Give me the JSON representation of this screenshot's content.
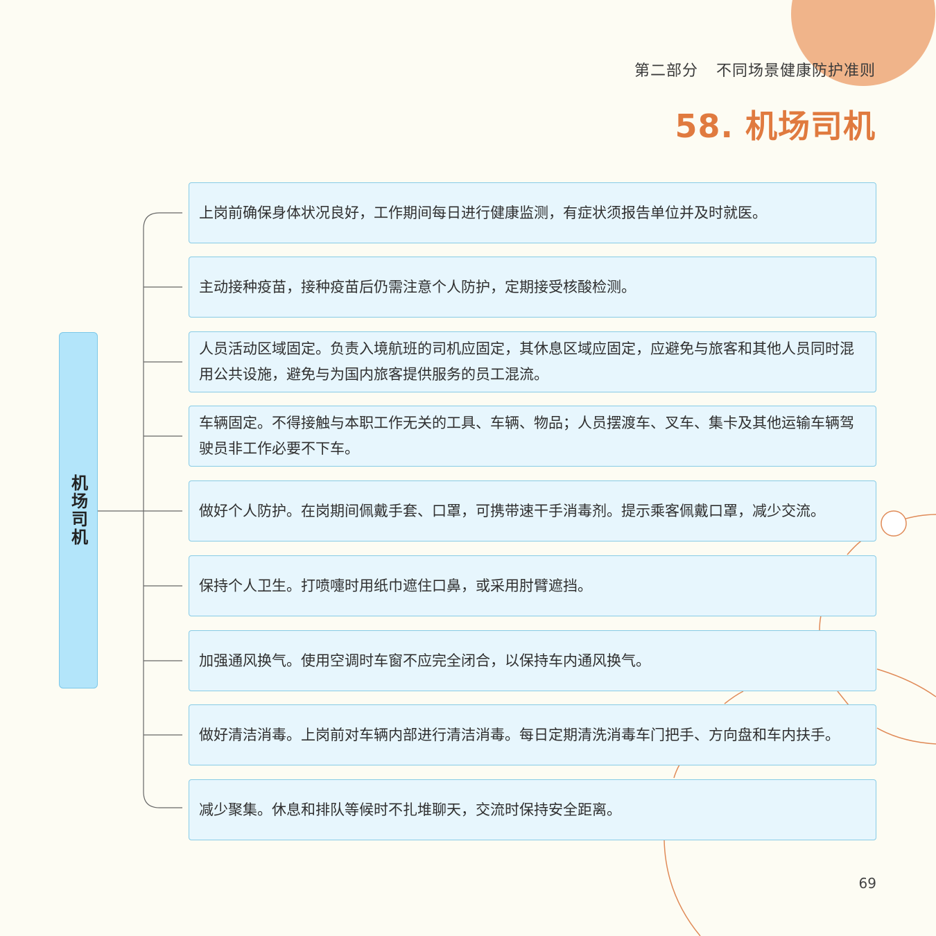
{
  "header": {
    "section_label": "第二部分",
    "section_name": "不同场景健康防护准则",
    "page_title": "58. 机场司机"
  },
  "root": {
    "label": "机场司机"
  },
  "items": [
    "上岗前确保身体状况良好，工作期间每日进行健康监测，有症状须报告单位并及时就医。",
    "主动接种疫苗，接种疫苗后仍需注意个人防护，定期接受核酸检测。",
    "人员活动区域固定。负责入境航班的司机应固定，其休息区域应固定，应避免与旅客和其他人员同时混用公共设施，避免与为国内旅客提供服务的员工混流。",
    "车辆固定。不得接触与本职工作无关的工具、车辆、物品；人员摆渡车、叉车、集卡及其他运输车辆驾驶员非工作必要不下车。",
    "做好个人防护。在岗期间佩戴手套、口罩，可携带速干手消毒剂。提示乘客佩戴口罩，减少交流。",
    "保持个人卫生。打喷嚏时用纸巾遮住口鼻，或采用肘臂遮挡。",
    "加强通风换气。使用空调时车窗不应完全闭合，以保持车内通风换气。",
    "做好清洁消毒。上岗前对车辆内部进行清洁消毒。每日定期清洗消毒车门把手、方向盘和车内扶手。",
    "减少聚集。休息和排队等候时不扎堆聊天，交流时保持安全距离。"
  ],
  "page_number": "69",
  "colors": {
    "background": "#FDFCF3",
    "accent": "#E07A3F",
    "accent_light": "#F0B48A",
    "box_fill": "#E7F6FD",
    "box_border": "#86CBE6",
    "root_fill": "#B3E5FA"
  }
}
